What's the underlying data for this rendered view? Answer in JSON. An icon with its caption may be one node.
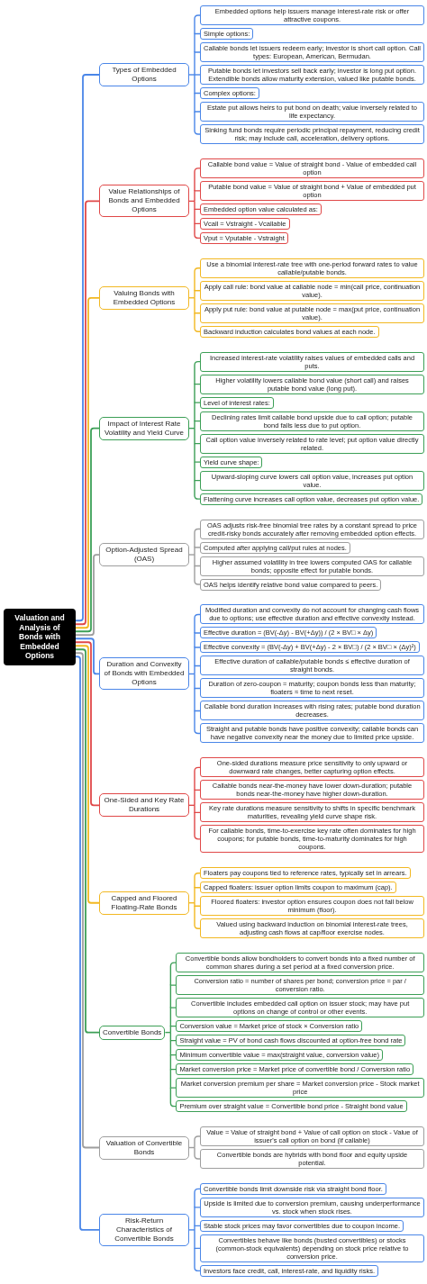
{
  "diagram": {
    "nodes": [
      {
        "text": [
          "Valuation and Analysis of Bonds with Embedded Options"
        ]
      },
      {
        "text": [
          "Types of Embedded Options"
        ]
      },
      {
        "text": [
          "Embedded options help issuers manage interest-rate risk or offer attractive coupons."
        ]
      },
      {
        "text": [
          "Simple options:"
        ]
      },
      {
        "text": [
          "Callable bonds let issuers redeem early; investor is short call option. Call types: European, American, Bermudan."
        ]
      },
      {
        "text": [
          "Putable bonds let investors sell back early; investor is long put option. Extendible bonds allow maturity extension, valued like putable bonds."
        ]
      },
      {
        "text": [
          "Complex options:"
        ]
      },
      {
        "text": [
          "Estate put allows heirs to put bond on death; value inversely related to life expectancy."
        ]
      },
      {
        "text": [
          "Sinking fund bonds require periodic principal repayment, reducing credit risk; may include call, acceleration, delivery options."
        ]
      },
      {
        "text": [
          "Value Relationships of Bonds and Embedded Options"
        ]
      },
      {
        "text": [
          "Callable bond value = Value of straight bond - Value of embedded call option"
        ]
      },
      {
        "text": [
          "Putable bond value = Value of straight bond + Value of embedded put option"
        ]
      },
      {
        "text": [
          "Embedded option value calculated as:"
        ]
      },
      {
        "text": [
          "Vcall = Vstraight - Vcallable"
        ]
      },
      {
        "text": [
          "Vput = Vputable - Vstraight"
        ]
      },
      {
        "text": [
          "Valuing Bonds with Embedded Options"
        ]
      },
      {
        "text": [
          "Use a binomial interest-rate tree with one-period forward rates to value callable/putable bonds."
        ]
      },
      {
        "text": [
          "Apply call rule: bond value at callable node = min(call price, continuation value)."
        ]
      },
      {
        "text": [
          "Apply put rule: bond value at putable node = max(put price, continuation value)."
        ]
      },
      {
        "text": [
          "Backward induction calculates bond values at each node."
        ]
      },
      {
        "text": [
          "Impact of Interest Rate Volatility and Yield Curve"
        ]
      },
      {
        "text": [
          "Increased interest-rate volatility raises values of embedded calls and puts."
        ]
      },
      {
        "text": [
          "Higher volatility lowers callable bond value (short call) and raises putable bond value (long put)."
        ]
      },
      {
        "text": [
          "Level of interest rates:"
        ]
      },
      {
        "text": [
          "Declining rates limit callable bond upside due to call option; putable bond falls less due to put option."
        ]
      },
      {
        "text": [
          "Call option value inversely related to rate level; put option value directly related."
        ]
      },
      {
        "text": [
          "Yield curve shape:"
        ]
      },
      {
        "text": [
          "Upward-sloping curve lowers call option value, increases put option value."
        ]
      },
      {
        "text": [
          "Flattening curve increases call option value, decreases put option value."
        ]
      },
      {
        "text": [
          "Option-Adjusted Spread (OAS)"
        ]
      },
      {
        "text": [
          "OAS adjusts risk-free binomial tree rates by a constant spread to price credit-risky bonds accurately after removing embedded option effects."
        ]
      },
      {
        "text": [
          "Computed after applying call/put rules at nodes."
        ]
      },
      {
        "text": [
          "Higher assumed volatility in tree lowers computed OAS for callable bonds; opposite effect for putable bonds."
        ]
      },
      {
        "text": [
          "OAS helps identify relative bond value compared to peers."
        ]
      },
      {
        "text": [
          "Duration and Convexity of Bonds with Embedded Options"
        ]
      },
      {
        "text": [
          "Modified duration and convexity do not account for changing cash flows due to options; use effective duration and effective convexity instead."
        ]
      },
      {
        "text": [
          "Effective duration = (BV(-Δy) - BV(+Δy)) / (2 × BV□ × Δy)"
        ]
      },
      {
        "text": [
          "Effective convexity = (BV(-Δy) + BV(+Δy) - 2 × BV□) / (2 × BV□ × (Δy)²)"
        ]
      },
      {
        "text": [
          "Effective duration of callable/putable bonds ≤ effective duration of straight bonds."
        ]
      },
      {
        "text": [
          "Duration of zero-coupon = maturity; coupon bonds less than maturity; floaters ≈ time to next reset."
        ]
      },
      {
        "text": [
          "Callable bond duration increases with rising rates; putable bond duration decreases."
        ]
      },
      {
        "text": [
          "Straight and putable bonds have positive convexity; callable bonds can have negative convexity near the money due to limited price upside."
        ]
      },
      {
        "text": [
          "One-Sided and Key Rate Durations"
        ]
      },
      {
        "text": [
          "One-sided durations measure price sensitivity to only upward or downward rate changes, better capturing option effects."
        ]
      },
      {
        "text": [
          "Callable bonds near-the-money have lower down-duration; putable bonds near-the-money have higher down-duration."
        ]
      },
      {
        "text": [
          "Key rate durations measure sensitivity to shifts in specific benchmark maturities, revealing yield curve shape risk."
        ]
      },
      {
        "text": [
          "For callable bonds, time-to-exercise key rate often dominates for high coupons; for putable bonds, time-to-maturity dominates for high coupons."
        ]
      },
      {
        "text": [
          "Capped and Floored Floating-Rate Bonds"
        ]
      },
      {
        "text": [
          "Floaters pay coupons tied to reference rates, typically set in arrears."
        ]
      },
      {
        "text": [
          "Capped floaters: issuer option limits coupon to maximum (cap)."
        ]
      },
      {
        "text": [
          "Floored floaters: investor option ensures coupon does not fall below minimum (floor)."
        ]
      },
      {
        "text": [
          "Valued using backward induction on binomial interest-rate trees, adjusting cash flows at cap/floor exercise nodes."
        ]
      },
      {
        "text": [
          "Convertible Bonds"
        ]
      },
      {
        "text": [
          "Convertible bonds allow bondholders to convert bonds into a fixed number of common shares during a set period at a fixed conversion price."
        ]
      },
      {
        "text": [
          "Conversion ratio = number of shares per bond; conversion price = par / conversion ratio."
        ]
      },
      {
        "text": [
          "Convertible includes embedded call option on issuer stock; may have put options on change of control or other events."
        ]
      },
      {
        "text": [
          "Conversion value = Market price of stock × Conversion ratio"
        ]
      },
      {
        "text": [
          "Straight value = PV of bond cash flows discounted at option-free bond rate"
        ]
      },
      {
        "text": [
          "Minimum convertible value = max(straight value, conversion value)"
        ]
      },
      {
        "text": [
          "Market conversion price = Market price of convertible bond / Conversion ratio"
        ]
      },
      {
        "text": [
          "Market conversion premium per share = Market conversion price - Stock market price"
        ]
      },
      {
        "text": [
          "Premium over straight value = Convertible bond price - Straight bond value"
        ]
      },
      {
        "text": [
          "Valuation of Convertible Bonds"
        ]
      },
      {
        "text": [
          "Value = Value of straight bond + Value of call option on stock - Value of issuer's call option on bond (if callable)"
        ]
      },
      {
        "text": [
          "Convertible bonds are hybrids with bond floor and equity upside potential."
        ]
      },
      {
        "text": [
          "Risk-Return Characteristics of Convertible Bonds"
        ]
      },
      {
        "text": [
          "Convertible bonds limit downside risk via straight bond floor."
        ]
      },
      {
        "text": [
          "Upside is limited due to conversion premium, causing underperformance vs. stock when stock rises."
        ]
      },
      {
        "text": [
          "Stable stock prices may favor convertibles due to coupon income."
        ]
      },
      {
        "text": [
          "Convertibles behave like bonds (busted convertibles) or stocks (common-stock equivalents) depending on stock price relative to conversion price."
        ]
      },
      {
        "text": [
          "Investors face credit, call, interest-rate, and liquidity risks."
        ]
      }
    ],
    "edges": [
      {
        "from": 0,
        "to": 1,
        "arrow": "none"
      },
      {
        "from": 1,
        "to": 2,
        "arrow": "none"
      },
      {
        "from": 1,
        "to": 3,
        "arrow": "none"
      },
      {
        "from": 1,
        "to": 4,
        "arrow": "none"
      },
      {
        "from": 1,
        "to": 5,
        "arrow": "none"
      },
      {
        "from": 1,
        "to": 6,
        "arrow": "none"
      },
      {
        "from": 1,
        "to": 7,
        "arrow": "none"
      },
      {
        "from": 1,
        "to": 8,
        "arrow": "none"
      },
      {
        "from": 0,
        "to": 9,
        "arrow": "none",
        "color": "#e04848"
      },
      {
        "from": 9,
        "to": 10,
        "arrow": "none",
        "color": "#e04848"
      },
      {
        "from": 9,
        "to": 11,
        "arrow": "none",
        "color": "#e04848"
      },
      {
        "from": 9,
        "to": 12,
        "arrow": "none",
        "color": "#e04848"
      },
      {
        "from": 9,
        "to": 13,
        "arrow": "none",
        "color": "#e04848"
      },
      {
        "from": 9,
        "to": 14,
        "arrow": "none",
        "color": "#e04848"
      },
      {
        "from": 0,
        "to": 15,
        "arrow": "none",
        "color": "#f2b822"
      },
      {
        "from": 15,
        "to": 16,
        "arrow": "none",
        "color": "#f2b822"
      },
      {
        "from": 15,
        "to": 17,
        "arrow": "none",
        "color": "#f2b822"
      },
      {
        "from": 15,
        "to": 18,
        "arrow": "none",
        "color": "#f2b822"
      },
      {
        "from": 15,
        "to": 19,
        "arrow": "none",
        "color": "#f2b822"
      },
      {
        "from": 0,
        "to": 20,
        "arrow": "none",
        "color": "#3c9f56"
      },
      {
        "from": 20,
        "to": 21,
        "arrow": "none",
        "color": "#3c9f56"
      },
      {
        "from": 20,
        "to": 22,
        "arrow": "none",
        "color": "#3c9f56"
      },
      {
        "from": 20,
        "to": 23,
        "arrow": "none",
        "color": "#3c9f56"
      },
      {
        "from": 20,
        "to": 24,
        "arrow": "none",
        "color": "#3c9f56"
      },
      {
        "from": 20,
        "to": 25,
        "arrow": "none",
        "color": "#3c9f56"
      },
      {
        "from": 20,
        "to": 26,
        "arrow": "none",
        "color": "#3c9f56"
      },
      {
        "from": 20,
        "to": 27,
        "arrow": "none",
        "color": "#3c9f56"
      },
      {
        "from": 20,
        "to": 28,
        "arrow": "none",
        "color": "#3c9f56"
      },
      {
        "from": 0,
        "to": 29,
        "arrow": "none",
        "color": "#9e9e9e"
      },
      {
        "from": 29,
        "to": 30,
        "arrow": "none",
        "color": "#9e9e9e"
      },
      {
        "from": 29,
        "to": 31,
        "arrow": "none",
        "color": "#9e9e9e"
      },
      {
        "from": 29,
        "to": 32,
        "arrow": "none",
        "color": "#9e9e9e"
      },
      {
        "from": 29,
        "to": 33,
        "arrow": "none",
        "color": "#9e9e9e"
      },
      {
        "from": 0,
        "to": 34,
        "arrow": "none"
      },
      {
        "from": 34,
        "to": 35,
        "arrow": "none"
      },
      {
        "from": 34,
        "to": 36,
        "arrow": "none"
      },
      {
        "from": 34,
        "to": 37,
        "arrow": "none"
      },
      {
        "from": 34,
        "to": 38,
        "arrow": "none"
      },
      {
        "from": 34,
        "to": 39,
        "arrow": "none"
      },
      {
        "from": 34,
        "to": 40,
        "arrow": "none"
      },
      {
        "from": 34,
        "to": 41,
        "arrow": "none"
      },
      {
        "from": 0,
        "to": 42,
        "arrow": "none",
        "color": "#e04848"
      },
      {
        "from": 42,
        "to": 43,
        "arrow": "none",
        "color": "#e04848"
      },
      {
        "from": 42,
        "to": 44,
        "arrow": "none",
        "color": "#e04848"
      },
      {
        "from": 42,
        "to": 45,
        "arrow": "none",
        "color": "#e04848"
      },
      {
        "from": 42,
        "to": 46,
        "arrow": "none",
        "color": "#e04848"
      },
      {
        "from": 0,
        "to": 47,
        "arrow": "none",
        "color": "#f2b822"
      },
      {
        "from": 47,
        "to": 48,
        "arrow": "none",
        "color": "#f2b822"
      },
      {
        "from": 47,
        "to": 49,
        "arrow": "none",
        "color": "#f2b822"
      },
      {
        "from": 47,
        "to": 50,
        "arrow": "none",
        "color": "#f2b822"
      },
      {
        "from": 47,
        "to": 51,
        "arrow": "none",
        "color": "#f2b822"
      },
      {
        "from": 0,
        "to": 52,
        "arrow": "none",
        "color": "#3c9f56"
      },
      {
        "from": 52,
        "to": 53,
        "arrow": "none",
        "color": "#3c9f56"
      },
      {
        "from": 52,
        "to": 54,
        "arrow": "none",
        "color": "#3c9f56"
      },
      {
        "from": 52,
        "to": 55,
        "arrow": "none",
        "color": "#3c9f56"
      },
      {
        "from": 52,
        "to": 56,
        "arrow": "none",
        "color": "#3c9f56"
      },
      {
        "from": 52,
        "to": 57,
        "arrow": "none",
        "color": "#3c9f56"
      },
      {
        "from": 52,
        "to": 58,
        "arrow": "none",
        "color": "#3c9f56"
      },
      {
        "from": 52,
        "to": 59,
        "arrow": "none",
        "color": "#3c9f56"
      },
      {
        "from": 52,
        "to": 60,
        "arrow": "none",
        "color": "#3c9f56"
      },
      {
        "from": 52,
        "to": 61,
        "arrow": "none",
        "color": "#3c9f56"
      },
      {
        "from": 0,
        "to": 62,
        "arrow": "none",
        "color": "#9e9e9e"
      },
      {
        "from": 62,
        "to": 63,
        "arrow": "none",
        "color": "#9e9e9e"
      },
      {
        "from": 62,
        "to": 64,
        "arrow": "none",
        "color": "#9e9e9e"
      },
      {
        "from": 0,
        "to": 65,
        "arrow": "none"
      },
      {
        "from": 65,
        "to": 66,
        "arrow": "none"
      },
      {
        "from": 65,
        "to": 67,
        "arrow": "none"
      },
      {
        "from": 65,
        "to": 68,
        "arrow": "none"
      },
      {
        "from": 65,
        "to": 69,
        "arrow": "none"
      },
      {
        "from": 65,
        "to": 70,
        "arrow": "none"
      }
    ]
  }
}
